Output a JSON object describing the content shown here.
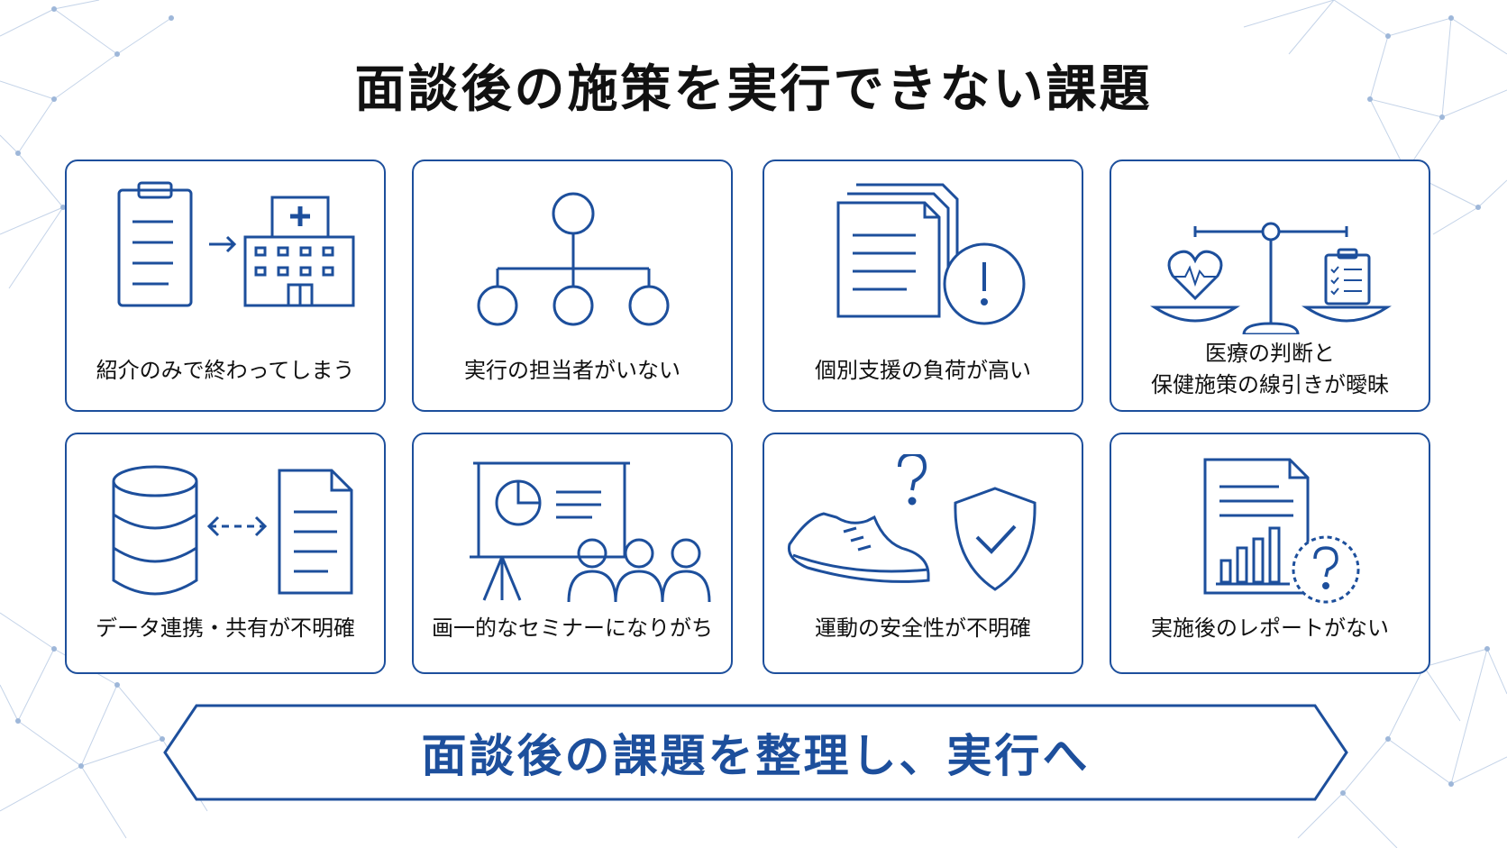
{
  "title": "面談後の施策を実行できない課題",
  "colors": {
    "accent": "#1d4f9c",
    "text": "#111111",
    "network": "#b9cbe3"
  },
  "cards": [
    {
      "label": "紹介のみで終わってしまう",
      "icon": "clipboard-to-hospital-icon"
    },
    {
      "label": "実行の担当者がいない",
      "icon": "org-chart-icon"
    },
    {
      "label": "個別支援の負荷が高い",
      "icon": "documents-warning-icon"
    },
    {
      "label_line1": "医療の判断と",
      "label_line2": "保健施策の線引きが曖昧",
      "icon": "balance-scale-icon"
    },
    {
      "label": "データ連携・共有が不明確",
      "icon": "database-sync-icon"
    },
    {
      "label": "画一的なセミナーになりがち",
      "icon": "seminar-presentation-icon"
    },
    {
      "label": "運動の安全性が不明確",
      "icon": "shoe-shield-icon"
    },
    {
      "label": "実施後のレポートがない",
      "icon": "report-question-icon"
    }
  ],
  "banner": {
    "text": "面談後の課題を整理し、実行へ"
  }
}
